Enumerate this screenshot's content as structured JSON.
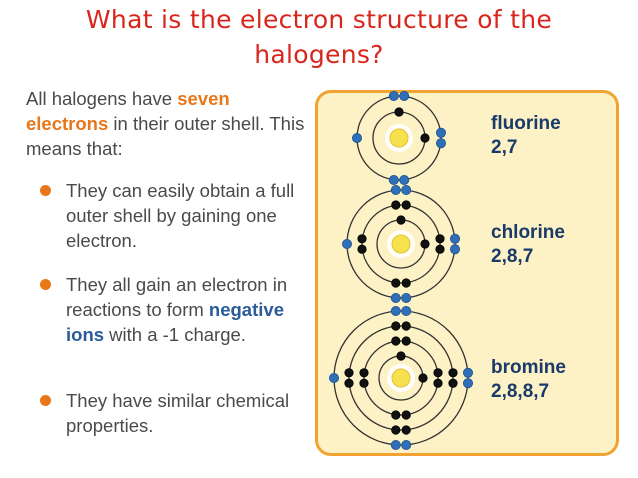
{
  "title": {
    "line1": "What is the electron structure of the",
    "line2": "halogens?"
  },
  "intro": {
    "part1": "All halogens have ",
    "highlight": "seven electrons",
    "part2": " in their outer shell. This means that:"
  },
  "bullets": {
    "b1": "They can easily obtain a full outer shell by gaining one electron.",
    "b2_part1": "They all gain an electron in reactions to form ",
    "b2_highlight": "negative ions",
    "b2_part2": " with a -1 charge.",
    "b3": "They have similar chemical properties."
  },
  "elements": [
    {
      "name": "fluorine",
      "config": "2,7"
    },
    {
      "name": "chlorine",
      "config": "2,8,7"
    },
    {
      "name": "bromine",
      "config": "2,8,8,7"
    }
  ],
  "colors": {
    "title": "#d9261c",
    "accent_orange": "#e8771a",
    "accent_blue": "#2a5c9a",
    "panel_fill": "#fcf2c6",
    "panel_border": "#f0a330",
    "electron_pair": "#111111",
    "valence_electron": "#2f6fb8",
    "nucleus": "#f7e14d"
  }
}
